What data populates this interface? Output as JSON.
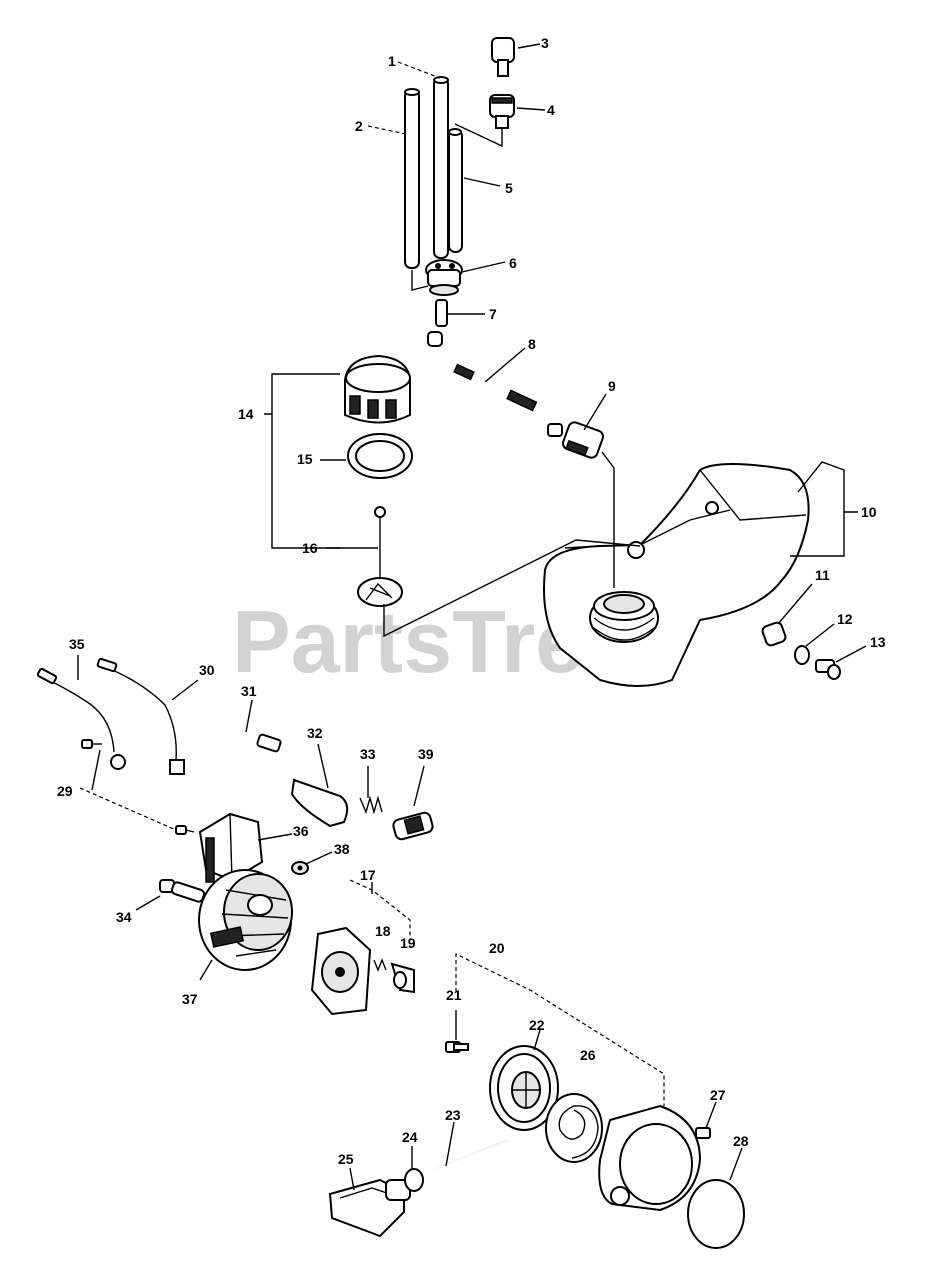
{
  "watermark": {
    "text": "PartsTree",
    "trademark": "™"
  },
  "callouts": [
    "1",
    "2",
    "3",
    "4",
    "5",
    "6",
    "7",
    "8",
    "9",
    "10",
    "11",
    "12",
    "13",
    "14",
    "15",
    "16",
    "17",
    "18",
    "19",
    "20",
    "21",
    "22",
    "23",
    "24",
    "25",
    "26",
    "27",
    "28",
    "29",
    "30",
    "31",
    "32",
    "33",
    "34",
    "35",
    "36",
    "37",
    "38",
    "39"
  ]
}
